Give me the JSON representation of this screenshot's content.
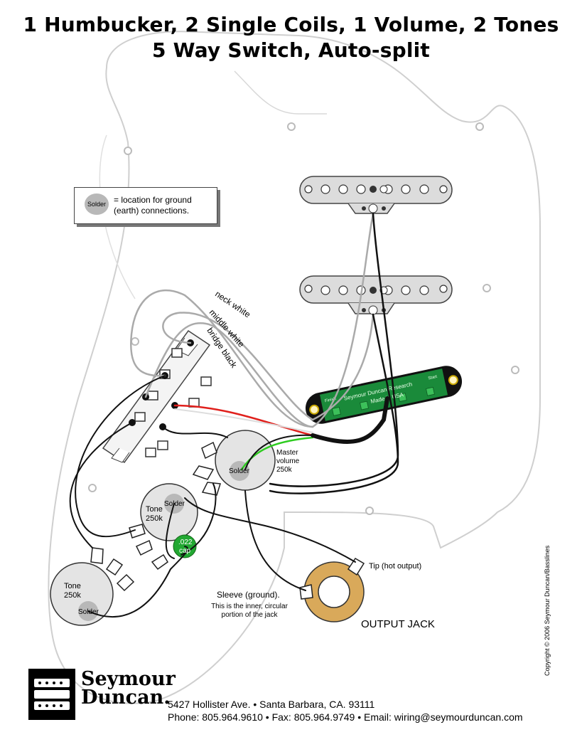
{
  "title": {
    "line1": "1 Humbucker, 2 Single Coils, 1 Volume, 2 Tones",
    "line2": "5 Way Switch, Auto-split"
  },
  "legend": {
    "blob_label": "Solder",
    "text": "= location for ground (earth) connections."
  },
  "wires": {
    "neck": "neck white",
    "middle": "middle white",
    "bridge": "bridge black"
  },
  "humbucker": {
    "text1": "Seymour Duncan Research",
    "text2": "Made in USA",
    "finish": "Finish",
    "start": "Start",
    "color": "#1a8a3a"
  },
  "master_volume": {
    "label": "Master volume 250k",
    "solder": "Solder"
  },
  "tone1": {
    "label": "Tone 250k",
    "solder": "Solder"
  },
  "tone2": {
    "label": "Tone 250k",
    "solder": "Solder"
  },
  "cap": {
    "value": ".022",
    "unit": "cap",
    "color": "#22a832"
  },
  "jack": {
    "tip": "Tip (hot output)",
    "sleeve_title": "Sleeve (ground).",
    "sleeve_desc": "This is the inner, circular portion of the jack",
    "label": "OUTPUT JACK"
  },
  "copyright": "Copyright © 2006 Seymour Duncan/Basslines",
  "footer": {
    "brand_line1": "Seymour",
    "brand_line2": "Duncan.",
    "address": "5427 Hollister Ave. • Santa Barbara, CA. 93111",
    "contact": "Phone: 805.964.9610 • Fax: 805.964.9749 • Email: wiring@seymourduncan.com"
  },
  "colors": {
    "wire_red": "#e0201c",
    "wire_green": "#2ecc20",
    "wire_gray": "#aaaaaa",
    "pickguard_outline": "#c8c8c8",
    "pickup_fill": "#dcdcdc",
    "jack_ring": "#d9a95a"
  }
}
